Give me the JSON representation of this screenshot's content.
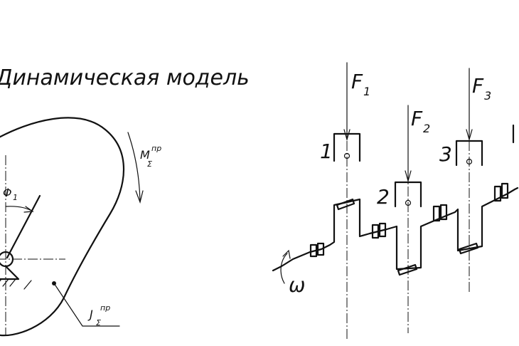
{
  "title": "Динамическая модель",
  "model": {
    "moment_label": "M",
    "moment_sub": "Σ",
    "moment_sup": "пр",
    "inertia_label": "J",
    "inertia_sub": "Σ",
    "inertia_sup": "пр",
    "angle_label": "Φ",
    "angle_sub": "1"
  },
  "shaft": {
    "omega_label": "ω",
    "forces": [
      {
        "label": "F",
        "sub": "1"
      },
      {
        "label": "F",
        "sub": "2"
      },
      {
        "label": "F",
        "sub": "3"
      }
    ],
    "cranks": [
      {
        "number": "1"
      },
      {
        "number": "2"
      },
      {
        "number": "3"
      }
    ]
  }
}
